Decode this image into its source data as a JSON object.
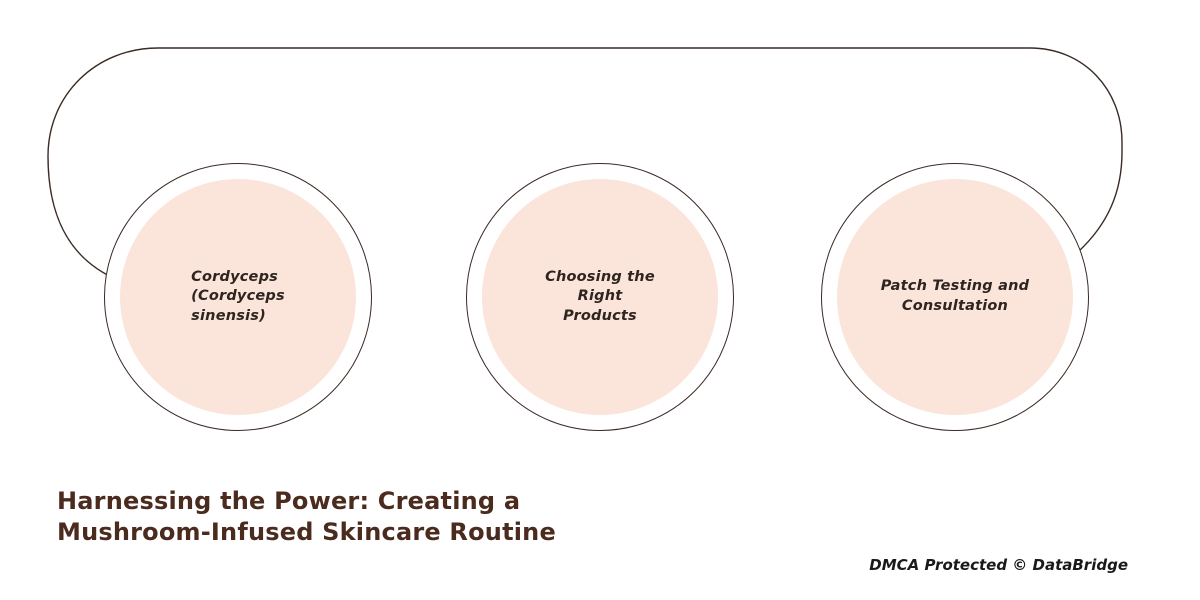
{
  "title": {
    "line1": "Harnessing the Power: Creating a",
    "line2": "Mushroom-Infused Skincare Routine"
  },
  "nodes": [
    {
      "label": "Cordyceps\n(Cordyceps\nsinensis)"
    },
    {
      "label": "Choosing the\nRight\nProducts"
    },
    {
      "label": "Patch Testing and\nConsultation"
    }
  ],
  "footer": {
    "watermark": "DMCA Protected © DataBridge"
  },
  "colors": {
    "outline": "#3a2a24",
    "node_fill": "#fbe5db",
    "title_color": "#4a2b1e",
    "text_color": "#2e2420",
    "watermark_color": "#1c1a19"
  }
}
